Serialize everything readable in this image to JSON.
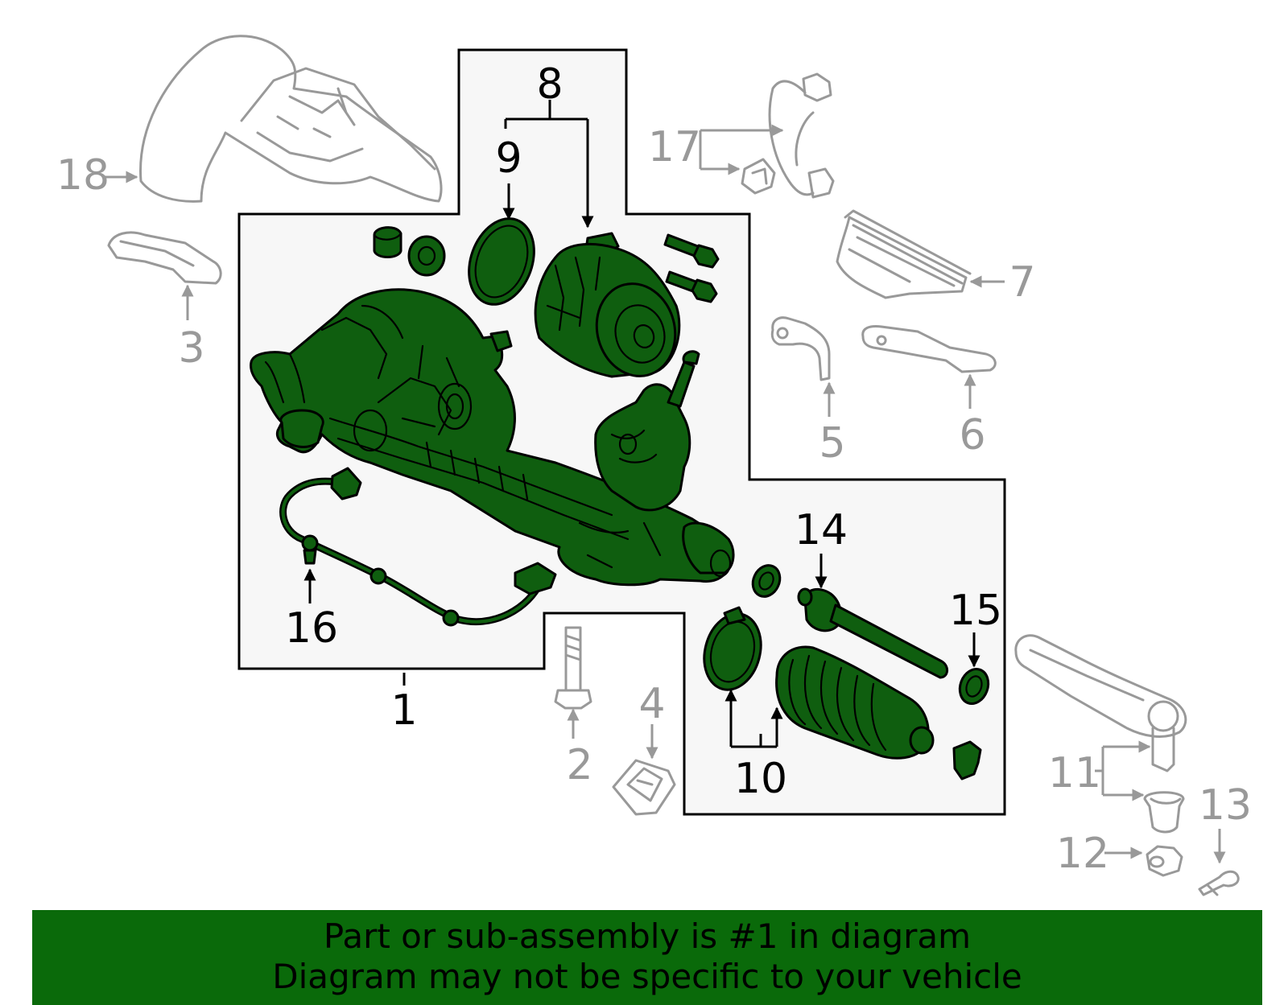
{
  "callouts": {
    "c1": "1",
    "c2": "2",
    "c3": "3",
    "c4": "4",
    "c5": "5",
    "c6": "6",
    "c7": "7",
    "c8": "8",
    "c9": "9",
    "c10": "10",
    "c11": "11",
    "c12": "12",
    "c13": "13",
    "c14": "14",
    "c15": "15",
    "c16": "16",
    "c17": "17",
    "c18": "18"
  },
  "banner": {
    "line1": "Part or sub-assembly is #1 in diagram",
    "line2": "Diagram may not be specific to your vehicle"
  },
  "colors": {
    "highlight": "#0f5e0f",
    "banner": "#0a6a0a",
    "ghost": "#999999",
    "panel": "#f7f7f7"
  }
}
